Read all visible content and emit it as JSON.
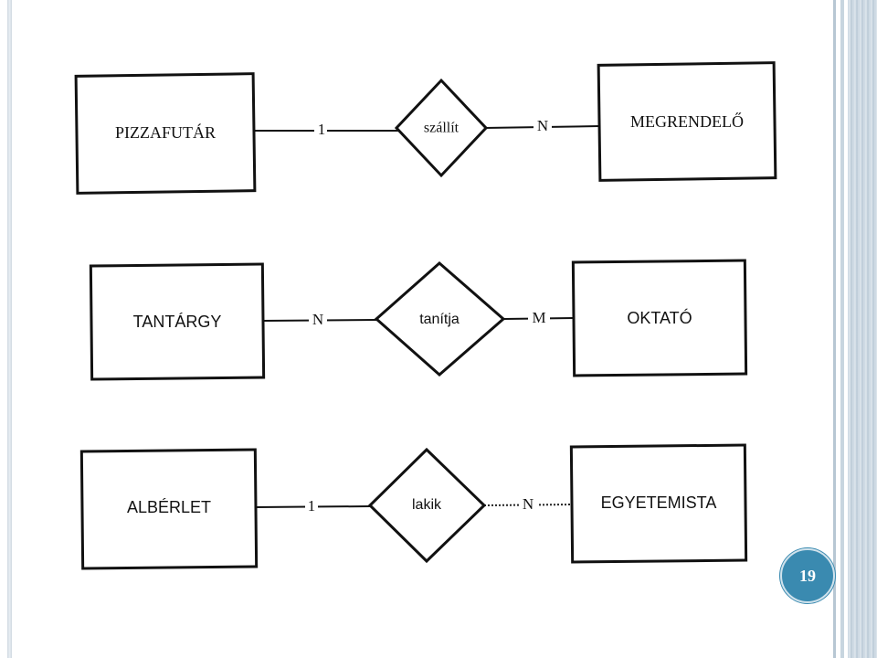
{
  "rows": [
    {
      "left_entity": "PIZZAFUTÁR",
      "left_cardinality": "1",
      "relationship": "szállít",
      "right_cardinality": "N",
      "right_entity": "MEGRENDELŐ",
      "participation": "solid"
    },
    {
      "left_entity": "TANTÁRGY",
      "left_cardinality": "N",
      "relationship": "tanítja",
      "right_cardinality": "M",
      "right_entity": "OKTATÓ",
      "participation": "solid"
    },
    {
      "left_entity": "ALBÉRLET",
      "left_cardinality": "1",
      "relationship": "lakik",
      "right_cardinality": "N",
      "right_entity": "EGYETEMISTA",
      "participation": "dotted-right"
    }
  ],
  "page_number": "19",
  "colors": {
    "badge": "#3a8ab0",
    "frame": "#c7d5df",
    "ink": "#111111"
  }
}
